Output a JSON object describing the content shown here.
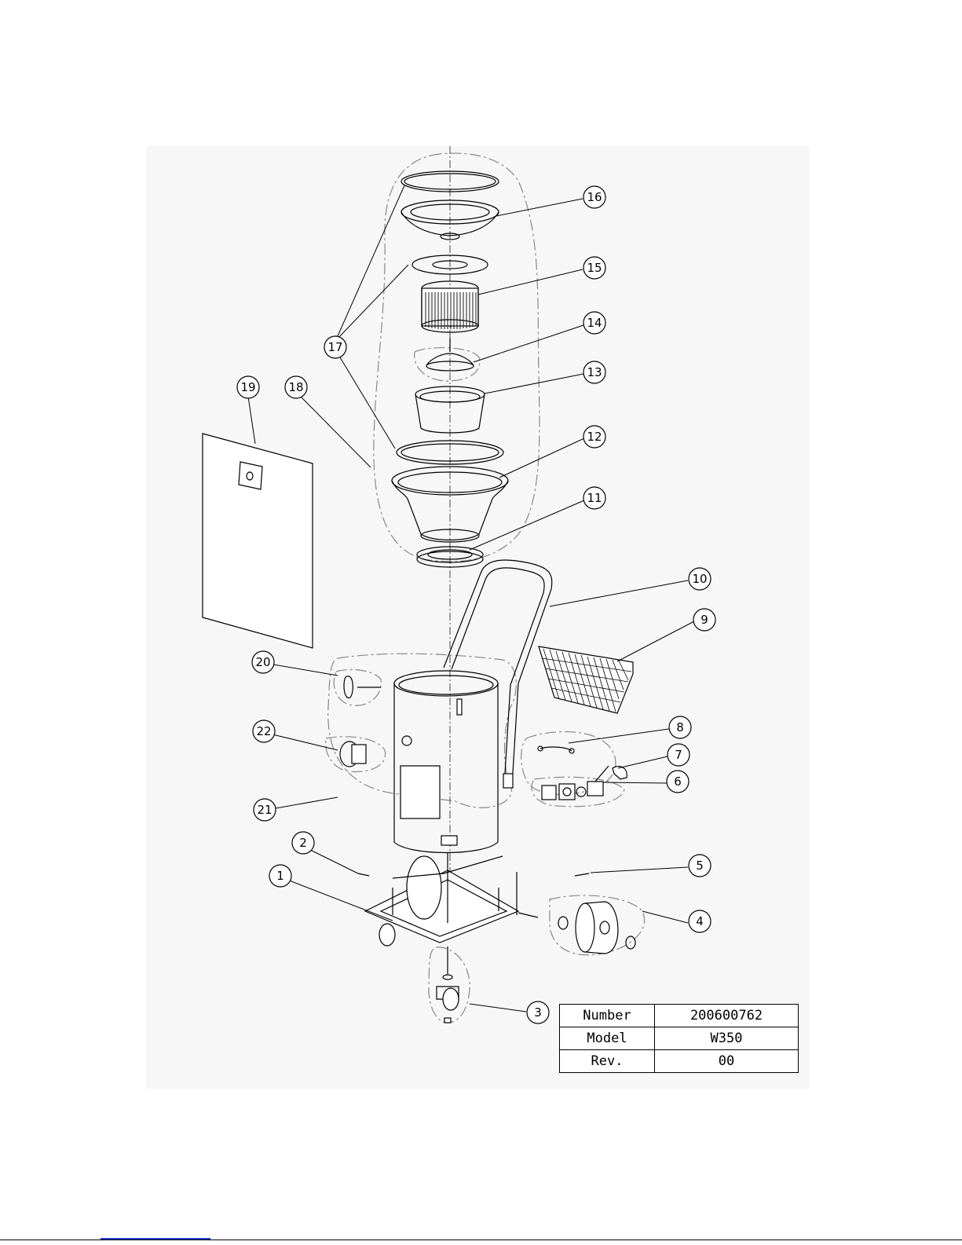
{
  "callouts": [
    {
      "id": "c1",
      "label": "1"
    },
    {
      "id": "c2",
      "label": "2"
    },
    {
      "id": "c3",
      "label": "3"
    },
    {
      "id": "c4",
      "label": "4"
    },
    {
      "id": "c5",
      "label": "5"
    },
    {
      "id": "c6",
      "label": "6"
    },
    {
      "id": "c7",
      "label": "7"
    },
    {
      "id": "c8",
      "label": "8"
    },
    {
      "id": "c9",
      "label": "9"
    },
    {
      "id": "c10",
      "label": "10"
    },
    {
      "id": "c11",
      "label": "11"
    },
    {
      "id": "c12",
      "label": "12"
    },
    {
      "id": "c13",
      "label": "13"
    },
    {
      "id": "c14",
      "label": "14"
    },
    {
      "id": "c15",
      "label": "15"
    },
    {
      "id": "c16",
      "label": "16"
    },
    {
      "id": "c17",
      "label": "17"
    },
    {
      "id": "c18",
      "label": "18"
    },
    {
      "id": "c19",
      "label": "19"
    },
    {
      "id": "c20",
      "label": "20"
    },
    {
      "id": "c21",
      "label": "21"
    },
    {
      "id": "c22",
      "label": "22"
    }
  ],
  "info_table": {
    "number_label": "Number",
    "number_value": "200600762",
    "model_label": "Model",
    "model_value": "W350",
    "rev_label": "Rev.",
    "rev_value": "00"
  }
}
